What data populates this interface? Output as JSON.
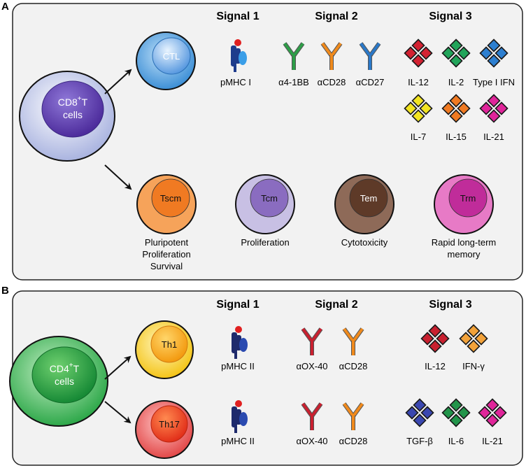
{
  "panelA": {
    "letter": "A",
    "headers": [
      "Signal 1",
      "Signal 2",
      "Signal 3"
    ],
    "naive_cell": {
      "line1": "CD8",
      "sup": "+",
      "line1b": "T",
      "line2": "cells"
    },
    "effector_cell": "CTL",
    "signal1": [
      {
        "label": "pMHC I"
      }
    ],
    "signal2": [
      {
        "label": "α4-1BB",
        "color": "#2e9e48"
      },
      {
        "label": "αCD28",
        "color": "#f08a1c"
      },
      {
        "label": "αCD27",
        "color": "#2a78c8"
      }
    ],
    "signal3": [
      {
        "label": "IL-12",
        "color": "#d32232"
      },
      {
        "label": "IL-2",
        "color": "#22a45a"
      },
      {
        "label": "Type I IFN",
        "color": "#2d7fd0"
      },
      {
        "label": "IL-7",
        "color": "#f2e422"
      },
      {
        "label": "IL-15",
        "color": "#f07a22"
      },
      {
        "label": "IL-21",
        "color": "#e0259a"
      }
    ],
    "memory_cells": [
      {
        "name": "Tscm",
        "caption": [
          "Pluripotent",
          "Proliferation",
          "Survival"
        ],
        "outer": "#f6a35a",
        "inner": "#f07a22"
      },
      {
        "name": "Tcm",
        "caption": [
          "Proliferation"
        ],
        "outer": "#c8c0e4",
        "inner": "#8a6cc0"
      },
      {
        "name": "Tem",
        "caption": [
          "Cytotoxicity"
        ],
        "outer": "#8e6a58",
        "inner": "#5e3a28"
      },
      {
        "name": "Trm",
        "caption": [
          "Rapid long-term",
          "memory"
        ],
        "outer": "#e77ac6",
        "inner": "#c02c9a"
      }
    ]
  },
  "panelB": {
    "letter": "B",
    "headers": [
      "Signal 1",
      "Signal 2",
      "Signal 3"
    ],
    "naive_cell": {
      "line1": "CD4",
      "sup": "+",
      "line1b": "T",
      "line2": "cells"
    },
    "rows": [
      {
        "cell": "Th1",
        "signal1": "pMHC II",
        "signal2": [
          {
            "label": "αOX-40",
            "color": "#c8202f"
          },
          {
            "label": "αCD28",
            "color": "#f08a1c"
          }
        ],
        "signal3": [
          {
            "label": "IL-12",
            "color": "#c8202f"
          },
          {
            "label": "IFN-γ",
            "color": "#f2a23a"
          }
        ]
      },
      {
        "cell": "Th17",
        "signal1": "pMHC II",
        "signal2": [
          {
            "label": "αOX-40",
            "color": "#c8202f"
          },
          {
            "label": "αCD28",
            "color": "#f08a1c"
          }
        ],
        "signal3": [
          {
            "label": "TGF-β",
            "color": "#3a47b0"
          },
          {
            "label": "IL-6",
            "color": "#22944a"
          },
          {
            "label": "IL-21",
            "color": "#e0259a"
          }
        ]
      }
    ]
  }
}
